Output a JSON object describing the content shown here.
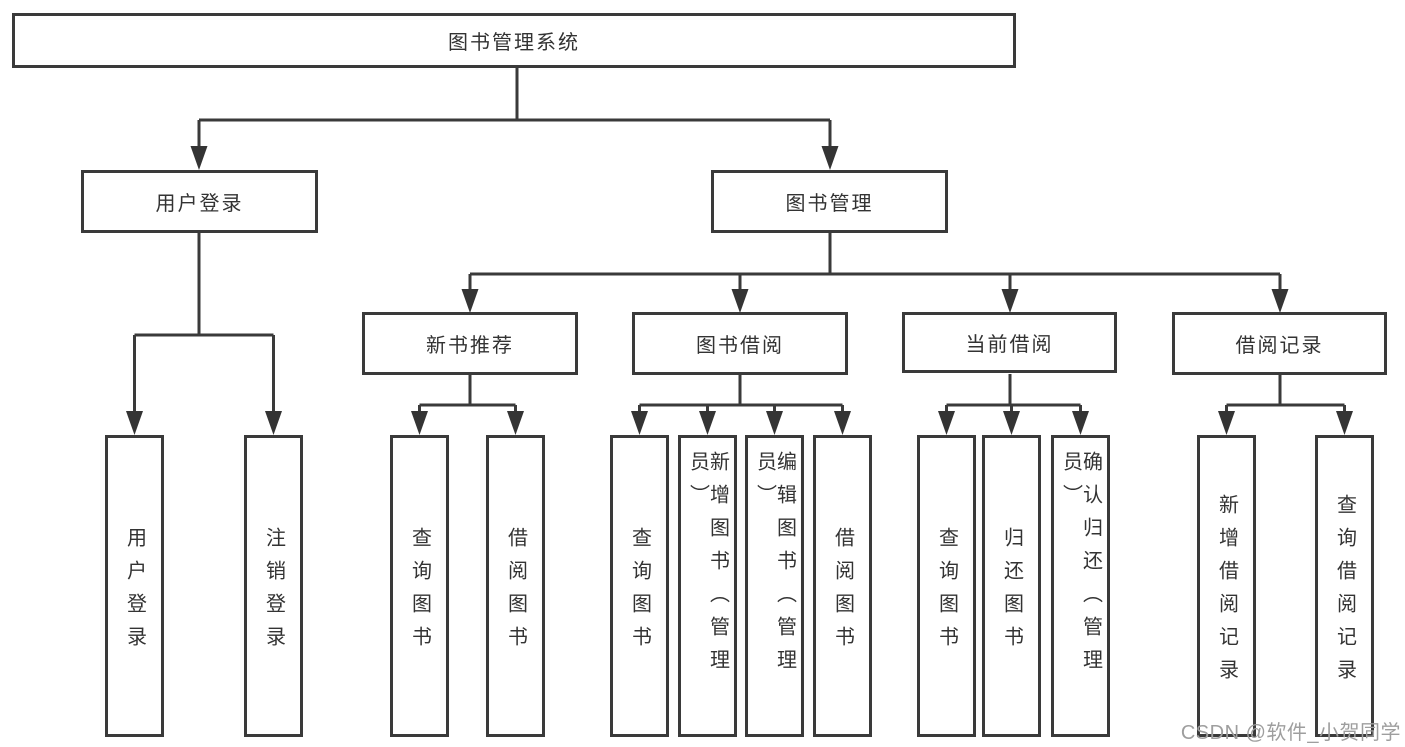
{
  "diagram": {
    "title": "图书管理系统",
    "root": "图书管理系统",
    "level2": [
      "用户登录",
      "图书管理"
    ],
    "level3": [
      "新书推荐",
      "图书借阅",
      "当前借阅",
      "借阅记录"
    ],
    "leaves": [
      "用户登录",
      "注销登录",
      "查询图书",
      "借阅图书",
      "查询图书",
      "新增图书（管理员）",
      "编辑图书（管理员）",
      "借阅图书",
      "查询图书",
      "归还图书",
      "确认归还（管理员）",
      "新增借阅记录",
      "查询借阅记录"
    ]
  },
  "watermark": "CSDN @软件_小贺同学",
  "colors": {
    "line": "#3a3a3a",
    "text": "#333333",
    "watermark": "#9e9e9e",
    "background": "#ffffff"
  }
}
